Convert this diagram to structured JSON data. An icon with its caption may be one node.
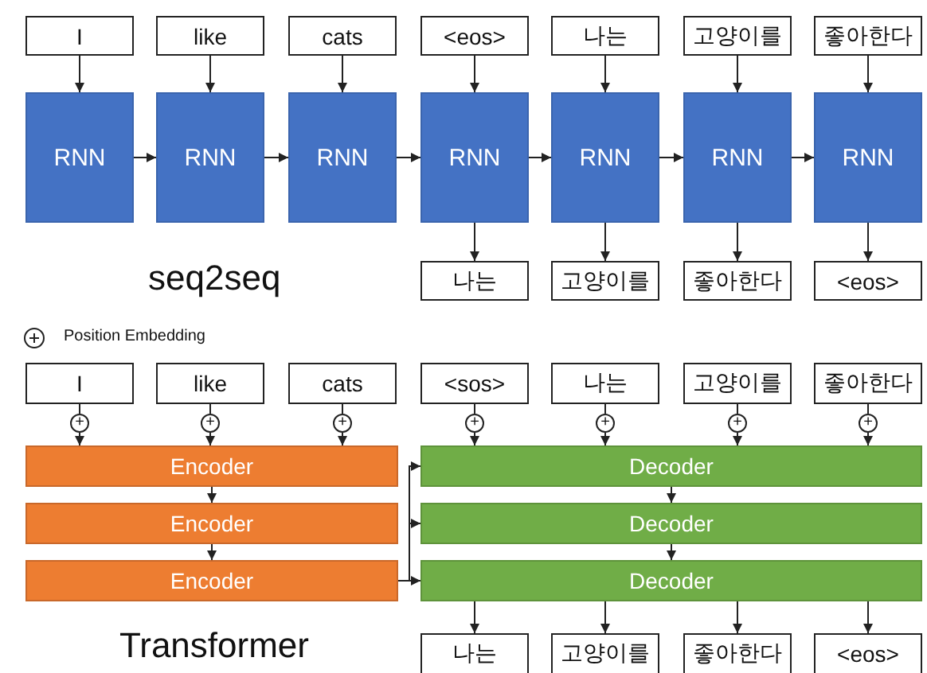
{
  "diagram": {
    "nodes": [
      {
        "text": [
          "I"
        ]
      },
      {
        "text": [
          "like"
        ]
      },
      {
        "text": [
          "cats"
        ]
      },
      {
        "text": [
          "<eos>"
        ]
      },
      {
        "text": [
          "나는"
        ]
      },
      {
        "text": [
          "고양이를"
        ]
      },
      {
        "text": [
          "좋아한다"
        ]
      },
      {
        "text": [
          "RNN"
        ]
      },
      {
        "text": [
          "RNN"
        ]
      },
      {
        "text": [
          "RNN"
        ]
      },
      {
        "text": [
          "RNN"
        ]
      },
      {
        "text": [
          "RNN"
        ]
      },
      {
        "text": [
          "RNN"
        ]
      },
      {
        "text": [
          "RNN"
        ]
      },
      {
        "text": [
          "나는"
        ]
      },
      {
        "text": [
          "고양이를"
        ]
      },
      {
        "text": [
          "좋아한다"
        ]
      },
      {
        "text": [
          "<eos>"
        ]
      },
      {
        "text": [
          "I"
        ]
      },
      {
        "text": [
          "like"
        ]
      },
      {
        "text": [
          "cats"
        ]
      },
      {
        "text": [
          "<sos>"
        ]
      },
      {
        "text": [
          "나는"
        ]
      },
      {
        "text": [
          "고양이를"
        ]
      },
      {
        "text": [
          "좋아한다"
        ]
      },
      {
        "text": [
          "+"
        ]
      },
      {
        "text": [
          "+"
        ]
      },
      {
        "text": [
          "+"
        ]
      },
      {
        "text": [
          "+"
        ]
      },
      {
        "text": [
          "+"
        ]
      },
      {
        "text": [
          "+"
        ]
      },
      {
        "text": [
          "+"
        ]
      },
      {
        "text": [
          "Encoder"
        ]
      },
      {
        "text": [
          "Encoder"
        ]
      },
      {
        "text": [
          "Encoder"
        ]
      },
      {
        "text": [
          "Decoder"
        ]
      },
      {
        "text": [
          "Decoder"
        ]
      },
      {
        "text": [
          "Decoder"
        ]
      },
      {
        "text": [
          "나는"
        ]
      },
      {
        "text": [
          "고양이를"
        ]
      },
      {
        "text": [
          "좋아한다"
        ]
      },
      {
        "text": [
          "<eos>"
        ]
      }
    ],
    "edges": [
      {
        "from": 0,
        "to": 7,
        "arrow": "to"
      },
      {
        "from": 1,
        "to": 8,
        "arrow": "to"
      },
      {
        "from": 2,
        "to": 9,
        "arrow": "to"
      },
      {
        "from": 3,
        "to": 10,
        "arrow": "to"
      },
      {
        "from": 4,
        "to": 11,
        "arrow": "to"
      },
      {
        "from": 5,
        "to": 12,
        "arrow": "to"
      },
      {
        "from": 6,
        "to": 13,
        "arrow": "to"
      },
      {
        "from": 7,
        "to": 8,
        "arrow": "to"
      },
      {
        "from": 8,
        "to": 9,
        "arrow": "to"
      },
      {
        "from": 9,
        "to": 10,
        "arrow": "to"
      },
      {
        "from": 10,
        "to": 11,
        "arrow": "to"
      },
      {
        "from": 11,
        "to": 12,
        "arrow": "to"
      },
      {
        "from": 12,
        "to": 13,
        "arrow": "to"
      },
      {
        "from": 10,
        "to": 14,
        "arrow": "to"
      },
      {
        "from": 11,
        "to": 15,
        "arrow": "to"
      },
      {
        "from": 12,
        "to": 16,
        "arrow": "to"
      },
      {
        "from": 13,
        "to": 17,
        "arrow": "to"
      },
      {
        "from": 18,
        "to": 25,
        "arrow": "none"
      },
      {
        "from": 19,
        "to": 26,
        "arrow": "none"
      },
      {
        "from": 20,
        "to": 27,
        "arrow": "none"
      },
      {
        "from": 21,
        "to": 28,
        "arrow": "none"
      },
      {
        "from": 22,
        "to": 29,
        "arrow": "none"
      },
      {
        "from": 23,
        "to": 30,
        "arrow": "none"
      },
      {
        "from": 24,
        "to": 31,
        "arrow": "none"
      },
      {
        "from": 25,
        "to": 32,
        "arrow": "to"
      },
      {
        "from": 26,
        "to": 32,
        "arrow": "to"
      },
      {
        "from": 27,
        "to": 32,
        "arrow": "to"
      },
      {
        "from": 28,
        "to": 35,
        "arrow": "to"
      },
      {
        "from": 29,
        "to": 35,
        "arrow": "to"
      },
      {
        "from": 30,
        "to": 35,
        "arrow": "to"
      },
      {
        "from": 31,
        "to": 35,
        "arrow": "to"
      },
      {
        "from": 32,
        "to": 33,
        "arrow": "to"
      },
      {
        "from": 33,
        "to": 34,
        "arrow": "to"
      },
      {
        "from": 34,
        "to": 35,
        "arrow": "to"
      },
      {
        "from": 34,
        "to": 36,
        "arrow": "to"
      },
      {
        "from": 34,
        "to": 37,
        "arrow": "to"
      },
      {
        "from": 35,
        "to": 36,
        "arrow": "to"
      },
      {
        "from": 36,
        "to": 37,
        "arrow": "to"
      },
      {
        "from": 37,
        "to": 38,
        "arrow": "to"
      },
      {
        "from": 37,
        "to": 39,
        "arrow": "to"
      },
      {
        "from": 37,
        "to": 40,
        "arrow": "to"
      },
      {
        "from": 37,
        "to": 41,
        "arrow": "to"
      }
    ],
    "labels": [
      "seq2seq",
      "Transformer"
    ],
    "legend": [
      {
        "text": "Position Embedding"
      }
    ]
  }
}
